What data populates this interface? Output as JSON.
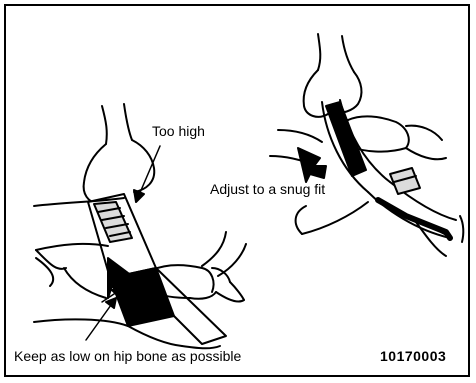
{
  "labels": {
    "too_high": "Too high",
    "adjust": "Adjust to a snug fit",
    "keep_low": "Keep as low on hip bone as possible",
    "figure_code": "10170003"
  },
  "colors": {
    "ink": "#000000",
    "paper": "#ffffff",
    "belt_light": "#dcdcdc"
  }
}
